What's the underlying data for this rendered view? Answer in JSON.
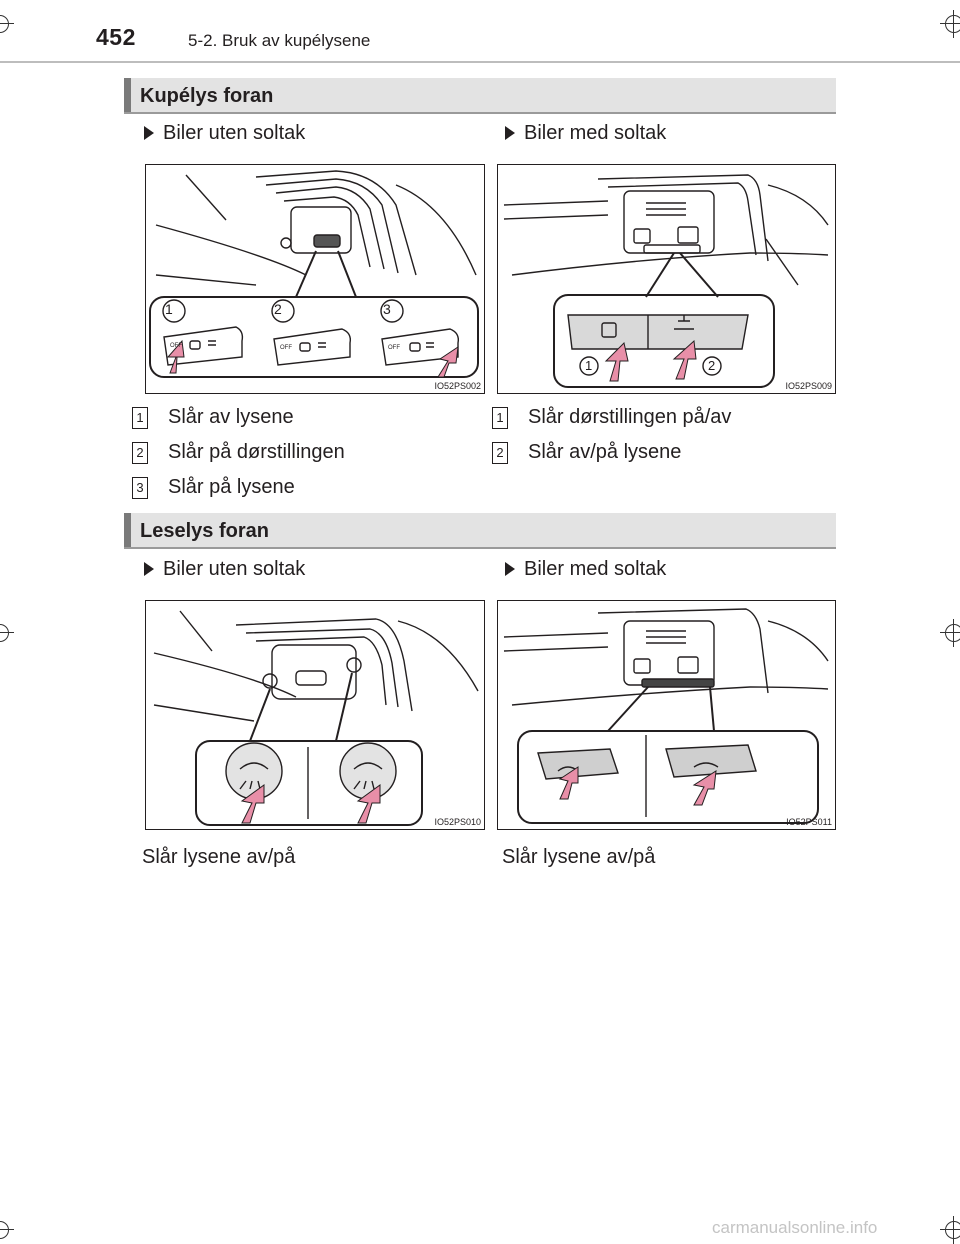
{
  "header": {
    "page_number": "452",
    "chapter": "5-2. Bruk av kupélysene"
  },
  "sections": [
    {
      "title": "Kupélys foran",
      "left": {
        "variant": "Biler uten soltak",
        "figure_code": "IO52PS002",
        "callouts": [
          "1",
          "2",
          "3"
        ],
        "off_label": "OFF",
        "items": [
          {
            "num": "1",
            "text": "Slår av lysene"
          },
          {
            "num": "2",
            "text": "Slår på dørstillingen"
          },
          {
            "num": "3",
            "text": "Slår på lysene"
          }
        ]
      },
      "right": {
        "variant": "Biler med soltak",
        "figure_code": "IO52PS009",
        "callouts": [
          "1",
          "2"
        ],
        "items": [
          {
            "num": "1",
            "text": "Slår dørstillingen på/av"
          },
          {
            "num": "2",
            "text": "Slår av/på lysene"
          }
        ]
      }
    },
    {
      "title": "Leselys foran",
      "left": {
        "variant": "Biler uten soltak",
        "figure_code": "IO52PS010",
        "caption": "Slår lysene av/på"
      },
      "right": {
        "variant": "Biler med soltak",
        "figure_code": "IO52PS011",
        "caption": "Slår lysene av/på"
      }
    }
  ],
  "watermark": "carmanualsonline.info"
}
